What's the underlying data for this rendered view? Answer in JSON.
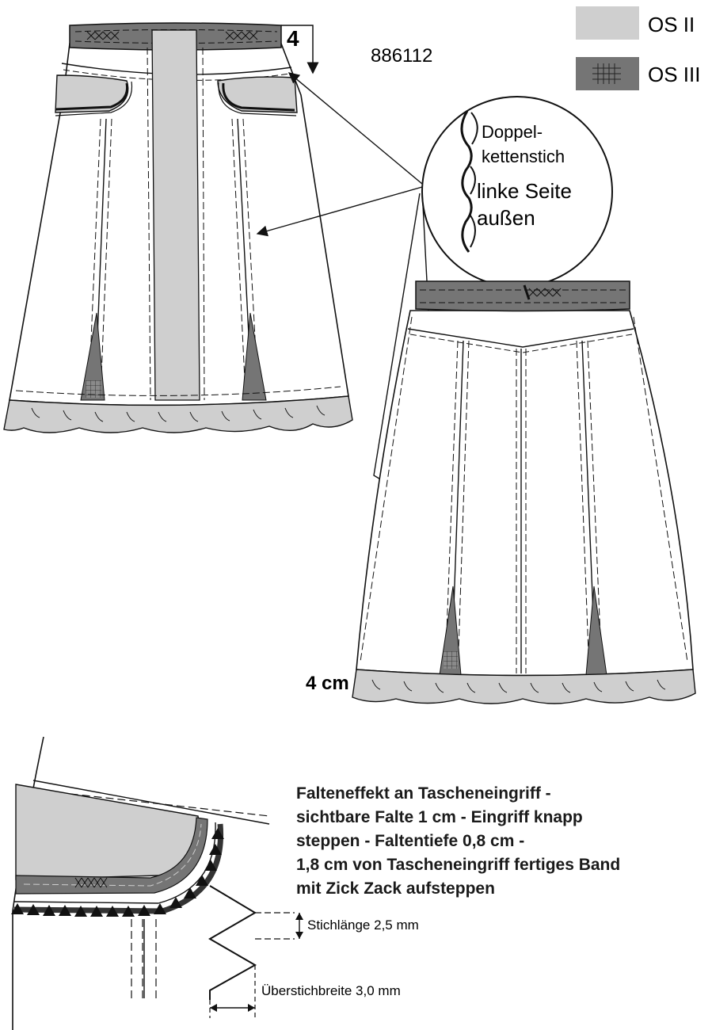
{
  "article_number": "886112",
  "legend": [
    {
      "label": "OS II",
      "color": "#cfcfcf"
    },
    {
      "label": "OS III",
      "color": "#757575"
    }
  ],
  "waistband_dimension": "4",
  "hem_dimension": "4 cm",
  "stitch_callout": {
    "line1": "Doppel-",
    "line2": "kettenstich",
    "line3": "linke Seite",
    "line4": "außen"
  },
  "instruction_lines": [
    "Falteneffekt an Tascheneingriff -",
    "sichtbare Falte 1 cm - Eingriff knapp",
    "steppen - Faltentiefe 0,8 cm -",
    "1,8 cm von Tascheneingriff fertiges Band",
    "mit Zick Zack aufsteppen"
  ],
  "zigzag": {
    "stitch_length": "Stichlänge 2,5 mm",
    "stitch_width": "Überstichbreite 3,0 mm"
  }
}
